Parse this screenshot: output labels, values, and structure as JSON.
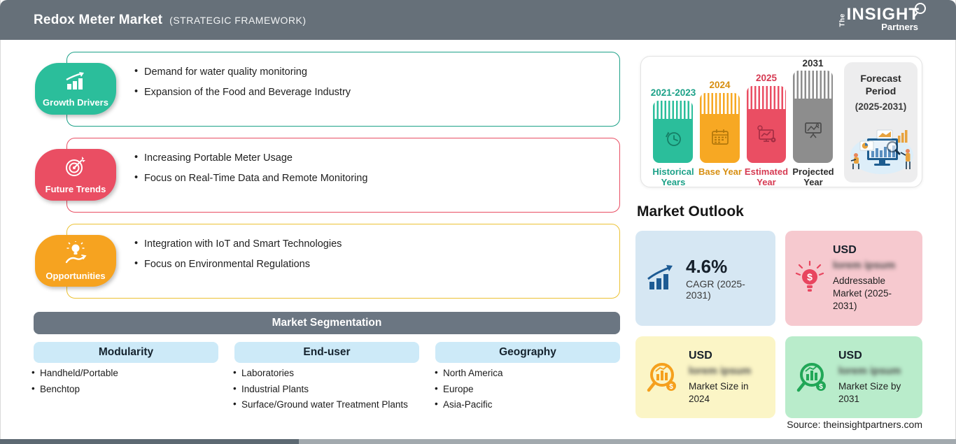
{
  "header": {
    "title": "Redox Meter Market",
    "subtitle": "(STRATEGIC FRAMEWORK)",
    "logo": {
      "the": "The",
      "insight": "INSIGHT",
      "partners": "Partners"
    }
  },
  "framework": {
    "sections": [
      {
        "label": "Growth Drivers",
        "color": "#2bbe9b",
        "items": [
          "Demand for water quality monitoring",
          "Expansion of the Food and Beverage Industry"
        ]
      },
      {
        "label": "Future Trends",
        "color": "#ea4e63",
        "items": [
          "Increasing Portable Meter Usage",
          "Focus on Real-Time Data and Remote Monitoring"
        ]
      },
      {
        "label": "Opportunities",
        "color": "#f6a320",
        "items": [
          "Integration with IoT and Smart Technologies",
          "Focus on Environmental Regulations"
        ]
      }
    ]
  },
  "segmentation": {
    "title": "Market Segmentation",
    "columns": [
      {
        "header": "Modularity",
        "items": [
          "Handheld/Portable",
          "Benchtop"
        ]
      },
      {
        "header": "End-user",
        "items": [
          "Laboratories",
          "Industrial Plants",
          "Surface/Ground water Treatment Plants"
        ]
      },
      {
        "header": "Geography",
        "items": [
          "North America",
          "Europe",
          "Asia-Pacific"
        ]
      }
    ]
  },
  "timeline": {
    "bars": [
      {
        "year": "2021-2023",
        "label": "Historical Years",
        "color": "#2bbe9b"
      },
      {
        "year": "2024",
        "label": "Base Year",
        "color": "#f7a823"
      },
      {
        "year": "2025",
        "label": "Estimated Year",
        "color": "#ea4e63"
      },
      {
        "year": "2031",
        "label": "Projected Year",
        "color": "#8d8d8d"
      }
    ],
    "forecast": {
      "line1": "Forecast",
      "line2": "Period",
      "line3": "(2025-2031)"
    }
  },
  "outlook": {
    "title": "Market Outlook",
    "cards": [
      {
        "value": "4.6%",
        "label": "CAGR (2025-2031)"
      },
      {
        "currency": "USD",
        "blurred": "lorem ipsum",
        "label": "Addressable Market (2025-2031)"
      },
      {
        "currency": "USD",
        "blurred": "lorem ipsum",
        "label": "Market Size in 2024"
      },
      {
        "currency": "USD",
        "blurred": "lorem ipsum",
        "label": "Market Size by 2031"
      }
    ],
    "source": "Source: theinsightpartners.com"
  },
  "colors": {
    "header_bg": "#667079",
    "teal": "#2bbe9b",
    "red": "#ea4e63",
    "orange": "#f6a320",
    "gray_bar": "#8d8d8d",
    "seg_bar": "#6b7682",
    "seg_header_bg": "#cdeaf8",
    "card_blue": "#d6e7f3",
    "card_pink": "#f6c9cf",
    "card_yellow": "#fbf5c6",
    "card_green": "#b9eccb"
  }
}
